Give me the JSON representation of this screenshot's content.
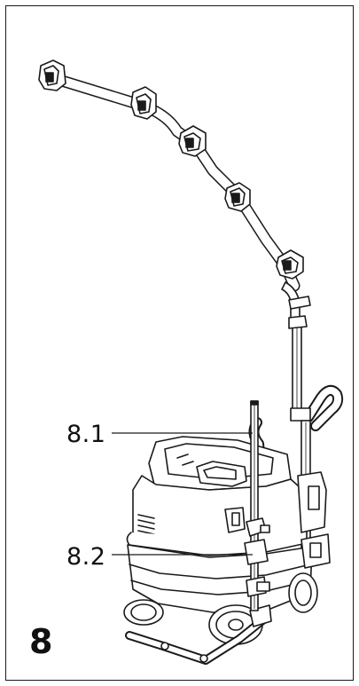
{
  "figure": {
    "number": "8",
    "callouts": {
      "c1": "8.1",
      "c2": "8.2"
    }
  }
}
